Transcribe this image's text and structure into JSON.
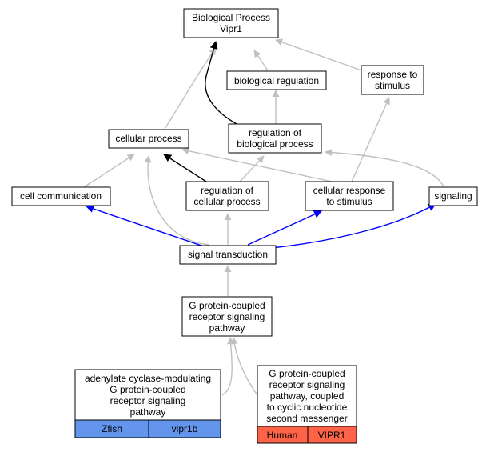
{
  "nodes": {
    "bp_vipr1": {
      "lines": [
        "Biological Process",
        "Vipr1"
      ]
    },
    "bio_reg": {
      "lines": [
        "biological regulation"
      ]
    },
    "resp_stim": {
      "lines": [
        "response to",
        "stimulus"
      ]
    },
    "cell_proc": {
      "lines": [
        "cellular process"
      ]
    },
    "reg_bio_proc": {
      "lines": [
        "regulation of",
        "biological process"
      ]
    },
    "cell_comm": {
      "lines": [
        "cell communication"
      ]
    },
    "reg_cell_proc": {
      "lines": [
        "regulation of",
        "cellular process"
      ]
    },
    "cell_resp_stim": {
      "lines": [
        "cellular response",
        "to stimulus"
      ]
    },
    "signaling": {
      "lines": [
        "signaling"
      ]
    },
    "sig_trans": {
      "lines": [
        "signal transduction"
      ]
    },
    "gpcr_path": {
      "lines": [
        "G protein-coupled",
        "receptor signaling",
        "pathway"
      ]
    },
    "adenylate": {
      "lines": [
        "adenylate cyclase-modulating",
        "G protein-coupled",
        "receptor signaling",
        "pathway"
      ]
    },
    "gpcr_cyclic": {
      "lines": [
        "G protein-coupled",
        "receptor signaling",
        "pathway, coupled",
        "to cyclic nucleotide",
        "second messenger"
      ]
    }
  },
  "annotations": {
    "zfish": {
      "species": "Zfish",
      "gene": "vipr1b",
      "color": "#6495ed"
    },
    "human": {
      "species": "Human",
      "gene": "VIPR1",
      "color": "#ff6347"
    }
  },
  "edge_colors": {
    "is_a": "#c0c0c0",
    "regulates": "#000000",
    "part_of": "#0000ff"
  }
}
